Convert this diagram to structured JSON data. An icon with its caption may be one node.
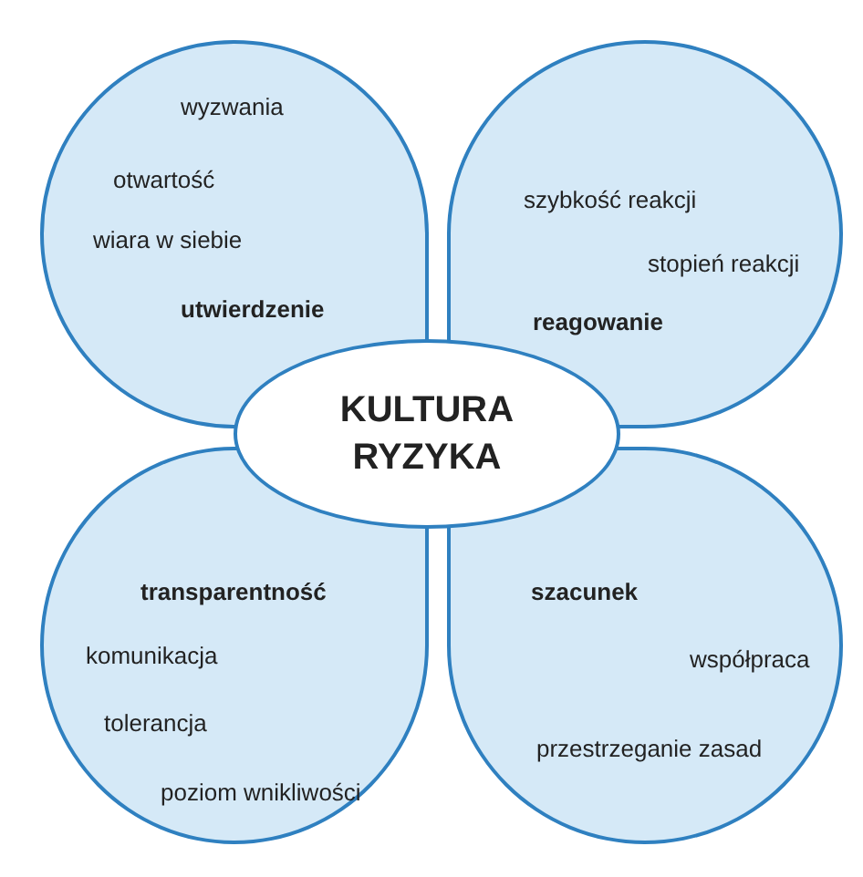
{
  "diagram": {
    "nodes": [
      {
        "text": [
          "wyzwania",
          "otwartość",
          "wiara w siebie",
          "utwierdzenie"
        ]
      },
      {
        "text": [
          "szybkość reakcji",
          "stopień reakcji",
          "reagowanie"
        ]
      },
      {
        "text": [
          "KULTURA RYZYKA"
        ]
      },
      {
        "text": [
          "transparentność",
          "komunikacja",
          "tolerancja",
          "poziom wnikliwości"
        ]
      },
      {
        "text": [
          "szacunek",
          "współpraca",
          "przestrzeganie zasad"
        ]
      }
    ]
  }
}
